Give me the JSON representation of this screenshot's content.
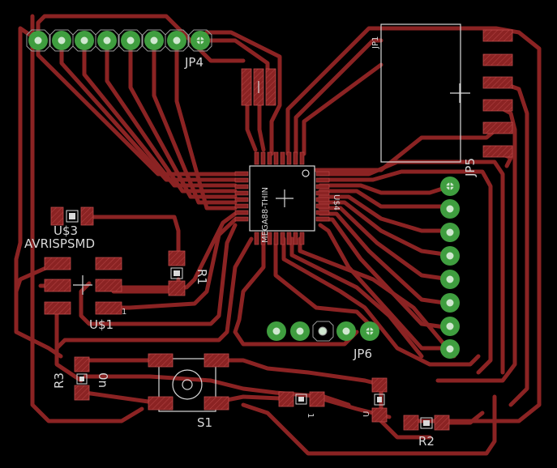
{
  "board": {
    "trace_color": "#8b2323",
    "pad_color": "#8b2323",
    "via_color": "#3f9e3f",
    "silk_color": "#d8d8d8",
    "background": "#000000"
  },
  "labels": {
    "jp4": "JP4",
    "jp1": "JP1",
    "jp5": "JP5",
    "jp6": "JP6",
    "chip": "MEGA88-THIN",
    "chip_ref": "U$4",
    "u3": "U$3",
    "avrisp": "AVRISPSMD",
    "u1": "U$1",
    "pin1": "1",
    "r1": "R1",
    "r3": "R3",
    "r3_value": "0n",
    "r2": "R2",
    "s1": "S1",
    "small_r1": "1",
    "small_u": "U"
  }
}
